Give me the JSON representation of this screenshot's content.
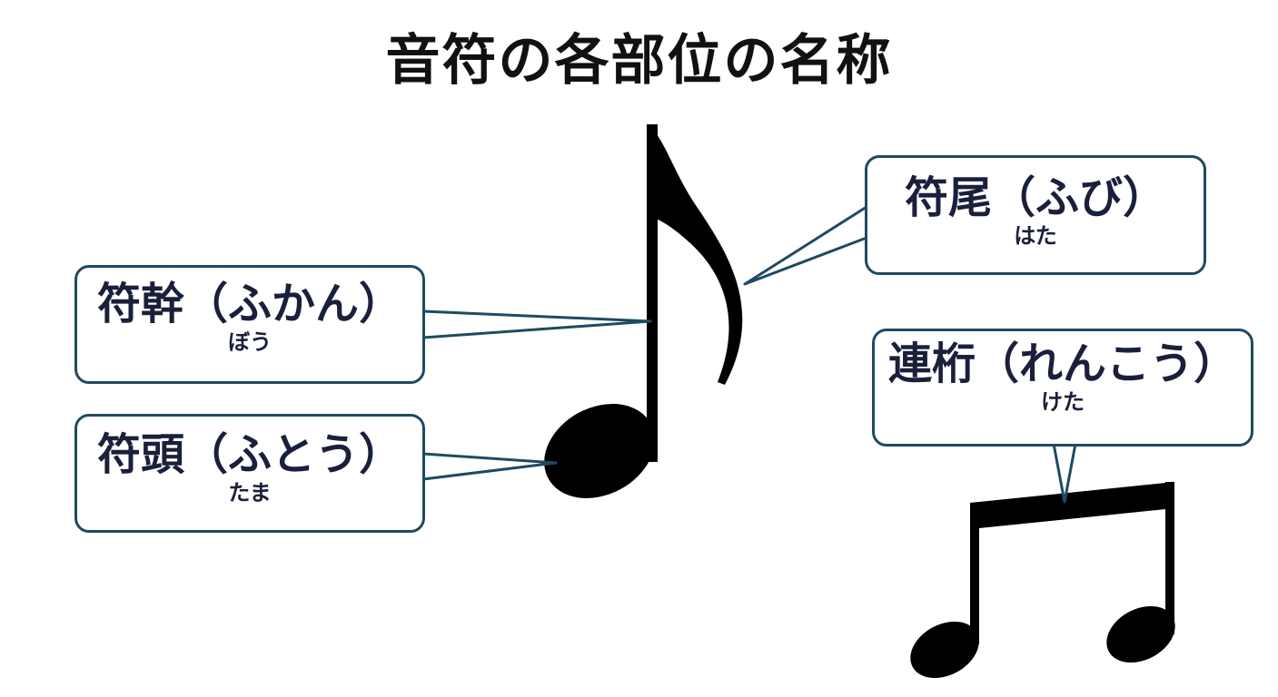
{
  "title": "音符の各部位の名称",
  "labels": {
    "stem": {
      "main": "符幹（ふかん）",
      "sub": "ぼう"
    },
    "head": {
      "main": "符頭（ふとう）",
      "sub": "たま"
    },
    "flag": {
      "main": "符尾（ふび）",
      "sub": "はた"
    },
    "beam": {
      "main": "連桁（れんこう）",
      "sub": "けた"
    }
  },
  "colors": {
    "note": "#000000",
    "callout_border": "#1f4a61",
    "label_text": "#1a1f3c",
    "background": "#ffffff"
  }
}
